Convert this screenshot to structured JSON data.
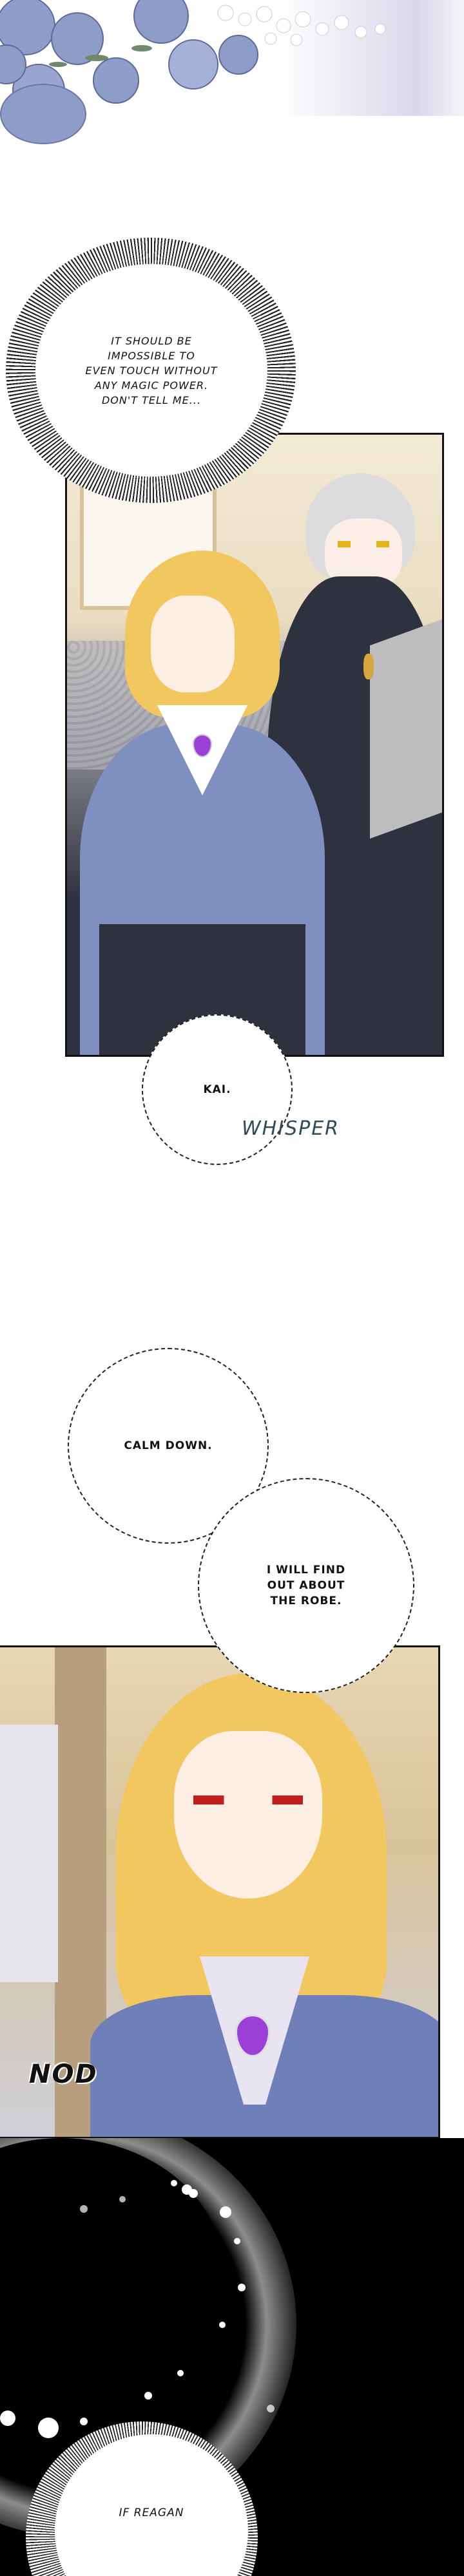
{
  "dialogue": {
    "bubble_1": [
      "IT SHOULD BE",
      "IMPOSSIBLE TO",
      "EVEN TOUCH WITHOUT",
      "ANY MAGIC POWER.",
      "DON'T TELL ME..."
    ],
    "bubble_2": "KAI.",
    "bubble_3": "CALM DOWN.",
    "bubble_4": [
      "I WILL FIND",
      "OUT ABOUT",
      "THE ROBE."
    ],
    "bubble_5": "IF REAGAN"
  },
  "sfx": {
    "whisper": "WHISPER",
    "nod": "NOD"
  },
  "colors": {
    "rose": "#8e9cc8",
    "hair_blonde": "#f2c760",
    "coat_blue": "#7f8fc0",
    "robe_dark": "#2e323e",
    "gem_purple": "#9b3fd6",
    "night": "#000000"
  }
}
